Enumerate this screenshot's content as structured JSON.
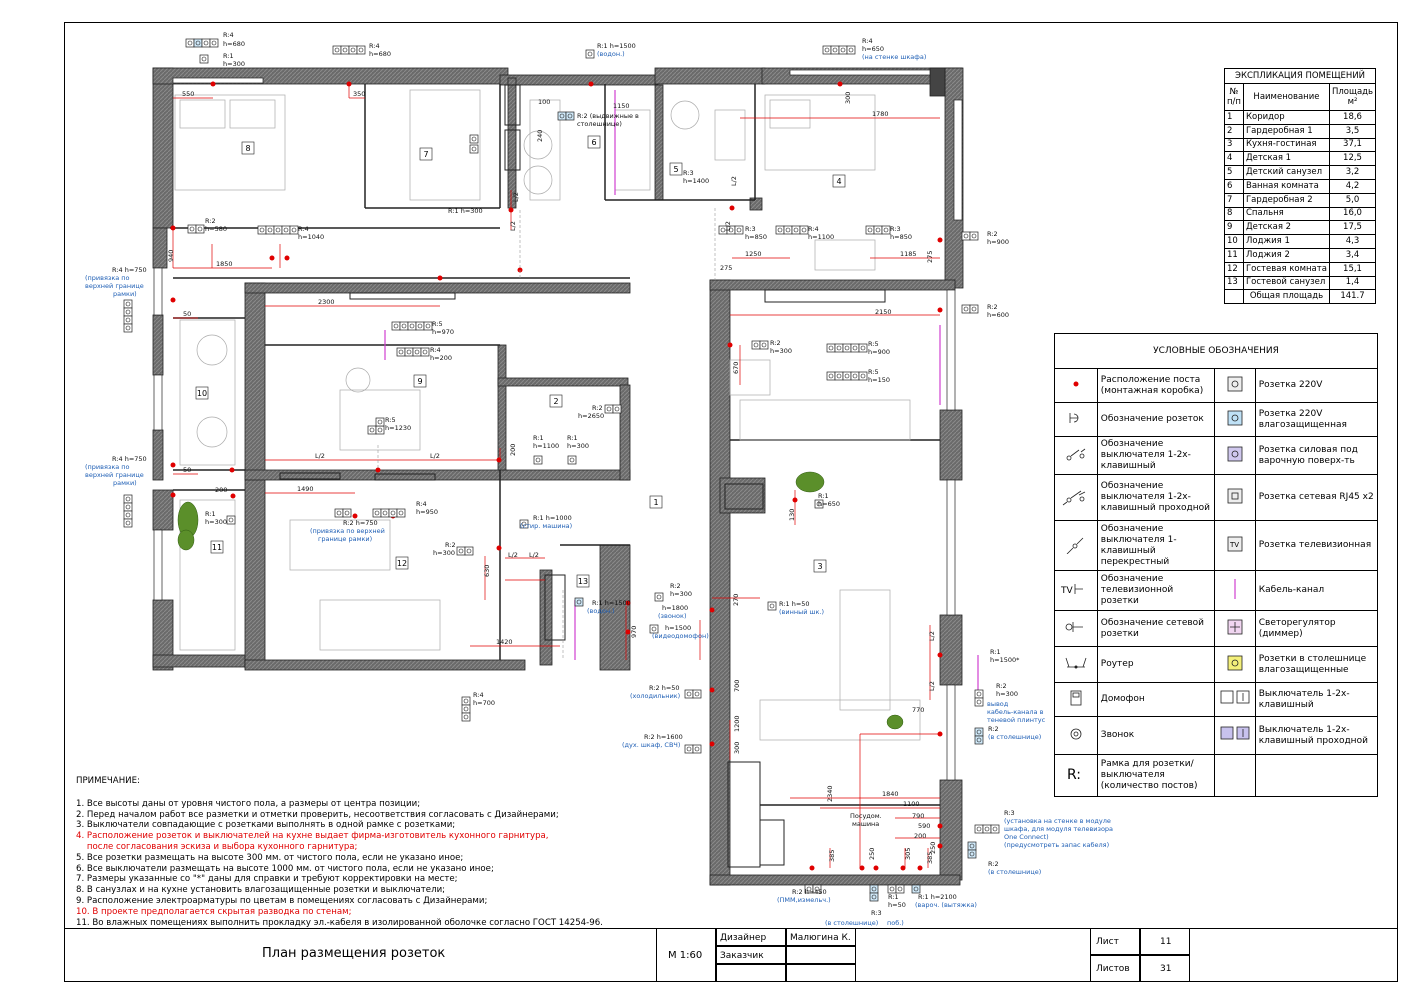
{
  "explication": {
    "title": "ЭКСПЛИКАЦИЯ ПОМЕЩЕНИЙ",
    "col_num": "№\nп/п",
    "col_name": "Наименование",
    "col_area": "Площадь\nм²",
    "rows": [
      {
        "n": "1",
        "name": "Коридор",
        "area": "18,6"
      },
      {
        "n": "2",
        "name": "Гардеробная 1",
        "area": "3,5"
      },
      {
        "n": "3",
        "name": "Кухня-гостиная",
        "area": "37,1"
      },
      {
        "n": "4",
        "name": "Детская 1",
        "area": "12,5"
      },
      {
        "n": "5",
        "name": "Детский санузел",
        "area": "3,2"
      },
      {
        "n": "6",
        "name": "Ванная комната",
        "area": "4,2"
      },
      {
        "n": "7",
        "name": "Гардеробная 2",
        "area": "5,0"
      },
      {
        "n": "8",
        "name": "Спальня",
        "area": "16,0"
      },
      {
        "n": "9",
        "name": "Детская 2",
        "area": "17,5"
      },
      {
        "n": "10",
        "name": "Лоджия 1",
        "area": "4,3"
      },
      {
        "n": "11",
        "name": "Лоджия 2",
        "area": "3,4"
      },
      {
        "n": "12",
        "name": "Гостевая комната",
        "area": "15,1"
      },
      {
        "n": "13",
        "name": "Гостевой санузел",
        "area": "1,4"
      }
    ],
    "total_label": "Общая площадь",
    "total_value": "141.7"
  },
  "legend": {
    "title": "УСЛОВНЫЕ ОБОЗНАЧЕНИЯ",
    "rows": [
      {
        "left": "Расположение поста (монтажная коробка)",
        "right": "Розетка 220V"
      },
      {
        "left": "Обозначение розеток",
        "right": "Розетка 220V влагозащищенная"
      },
      {
        "left": "Обозначение выключателя 1-2х-клавишный",
        "right": "Розетка силовая под варочную поверх-ть"
      },
      {
        "left": "Обозначение выключателя 1-2х-клавишный проходной",
        "right": "Розетка сетевая RJ45 x2"
      },
      {
        "left": "Обозначение выключателя 1-клавишный перекрестный",
        "right": "Розетка телевизионная"
      },
      {
        "left": "Обозначение телевизионной розетки",
        "right": "Кабель-канал"
      },
      {
        "left": "Обозначение сетевой розетки",
        "right": "Светорегулятор (диммер)"
      },
      {
        "left": "Роутер",
        "right": "Розетки в столешнице влагозащищенные"
      },
      {
        "left": "Домофон",
        "right": "Выключатель 1-2х-клавишный"
      },
      {
        "left": "Звонок",
        "right": "Выключатель 1-2х-клавишный проходной"
      },
      {
        "left": "Рамка для розетки/выключателя (количество постов)",
        "right": ""
      }
    ],
    "r_symbol": "R:",
    "tv_symbol": "TV"
  },
  "notes": {
    "title": "ПРИМЕЧАНИЕ:",
    "items": [
      {
        "text": "1. Все высоты даны от уровня чистого пола, а размеры от центра позиции;",
        "red": false
      },
      {
        "text": "2. Перед началом работ все разметки и отметки проверить, несоответствия согласовать с Дизайнерами;",
        "red": false
      },
      {
        "text": "3. Выключатели совпадающие с розетками выполнять в одной рамке с розетками;",
        "red": false
      },
      {
        "text": "4. Расположение розеток и выключателей на кухне выдает фирма-изготовитель кухонного гарнитура,",
        "red": true
      },
      {
        "text": "    после согласования эскиза и выбора кухонного гарнитура;",
        "red": true
      },
      {
        "text": "5. Все розетки размещать на высоте 300 мм. от чистого пола, если не указано иное;",
        "red": false
      },
      {
        "text": "6. Все выключатели размещать на высоте 1000 мм. от чистого пола, если не указано иное;",
        "red": false
      },
      {
        "text": "7. Размеры указанные со \"*\" даны для справки и требуют корректировки на месте;",
        "red": false
      },
      {
        "text": "8. В санузлах и на кухне установить влагозащищенные розетки и выключатели;",
        "red": false
      },
      {
        "text": "9. Расположение электроарматуры по цветам в помещениях согласовать с Дизайнерами;",
        "red": false
      },
      {
        "text": "10. В проекте предполагается скрытая разводка по стенам;",
        "red": true
      },
      {
        "text": "11. Во влажных помещениях выполнить прокладку эл.-кабеля в изолированной оболочке согласно ГОСТ 14254-96.",
        "red": false
      }
    ]
  },
  "titleblock": {
    "title": "План размещения розеток",
    "scale": "М 1:60",
    "designer_label": "Дизайнер",
    "designer_name": "Малюгина К.",
    "customer_label": "Заказчик",
    "sheet_label": "Лист",
    "sheet_value": "11",
    "sheets_label": "Листов",
    "sheets_value": "31"
  },
  "plan": {
    "rooms": [
      "1",
      "2",
      "3",
      "4",
      "5",
      "6",
      "7",
      "8",
      "9",
      "10",
      "11",
      "12",
      "13"
    ],
    "labels": [
      "R:4\nh=680",
      "R:1\nh=300",
      "R:4\nh=680",
      "R:1 h=1500\n(водон.)",
      "R:4\nh=650",
      "(на стенке шкафа)",
      "R:2 (выдвижные в\nстолешнице)",
      "R:3\nh=1400",
      "R:2\nh=580",
      "R:4\nh=1040",
      "R:3\nh=850",
      "R:4\nh=1100",
      "R:3\nh=850",
      "R:2\nh=900",
      "R:4 h=750\n(привязка по\nверхней границе\nрамки)",
      "R:5\nh=970",
      "R:4\nh=200",
      "R:2\nh=600",
      "R:2\nh=300",
      "R:5\nh=900",
      "R:5\nh=150",
      "R:5\nh=1230",
      "R:2\nh=2650",
      "R:1\nh=1100",
      "R:1\nh=300",
      "R:1\nh=650",
      "R:4 h=750\n(привязка по\nверхней границе\nрамки)",
      "R:1\nh=300",
      "R:2 h=750\n(привязка по верхней\nгранице рамки)",
      "R:4\nh=950",
      "R:1 h=1000\n(стир. машина)",
      "R:2\nh=300",
      "R:1 h=1500\n(водон.)",
      "R:2\nh=300",
      "h=1800\n(звонок)",
      "h=1500\n(видеодомофон)",
      "R:1 h=50\n(винный шк.)",
      "R:1\nh=1500*",
      "R:2\nh=300",
      "вывод\nкабель-канала в\nтеневой плинтус",
      "R:2 h=50\n(холодильник)",
      "R:4\nh=700",
      "R:2 h=1600\n(дух. шкаф, СВЧ)",
      "R:2\n(в столешнице)",
      "R:3\n(установка на стенке в модуле\nшкафа, для модуля телевизора\nOne Connect)\n(предусмотреть запас кабеля)",
      "R:2\n(в столешнице)",
      "R:2 h=450\n(ПММ,измельч.)",
      "(в столешнице)",
      "R:3\n(в столешнице)",
      "R:1\nh=50\nпоб.)",
      "R:1 h=2100\n(вароч. (вытяжка)"
    ],
    "dims": [
      "550",
      "350",
      "100",
      "1150",
      "300",
      "1780",
      "240",
      "1850",
      "940",
      "2300",
      "50",
      "1250",
      "275",
      "1185",
      "275",
      "2150",
      "670",
      "R:1 h=300",
      "50",
      "200",
      "1490",
      "L/2",
      "L/2",
      "L/2",
      "L/2",
      "L/2",
      "L/2",
      "200",
      "130",
      "270",
      "1420",
      "630",
      "700",
      "770",
      "1200",
      "300",
      "2340",
      "1840",
      "1100",
      "790",
      "200",
      "590",
      "385",
      "250",
      "305",
      "385",
      "250",
      "Посудом.\nмашина",
      "970"
    ]
  }
}
